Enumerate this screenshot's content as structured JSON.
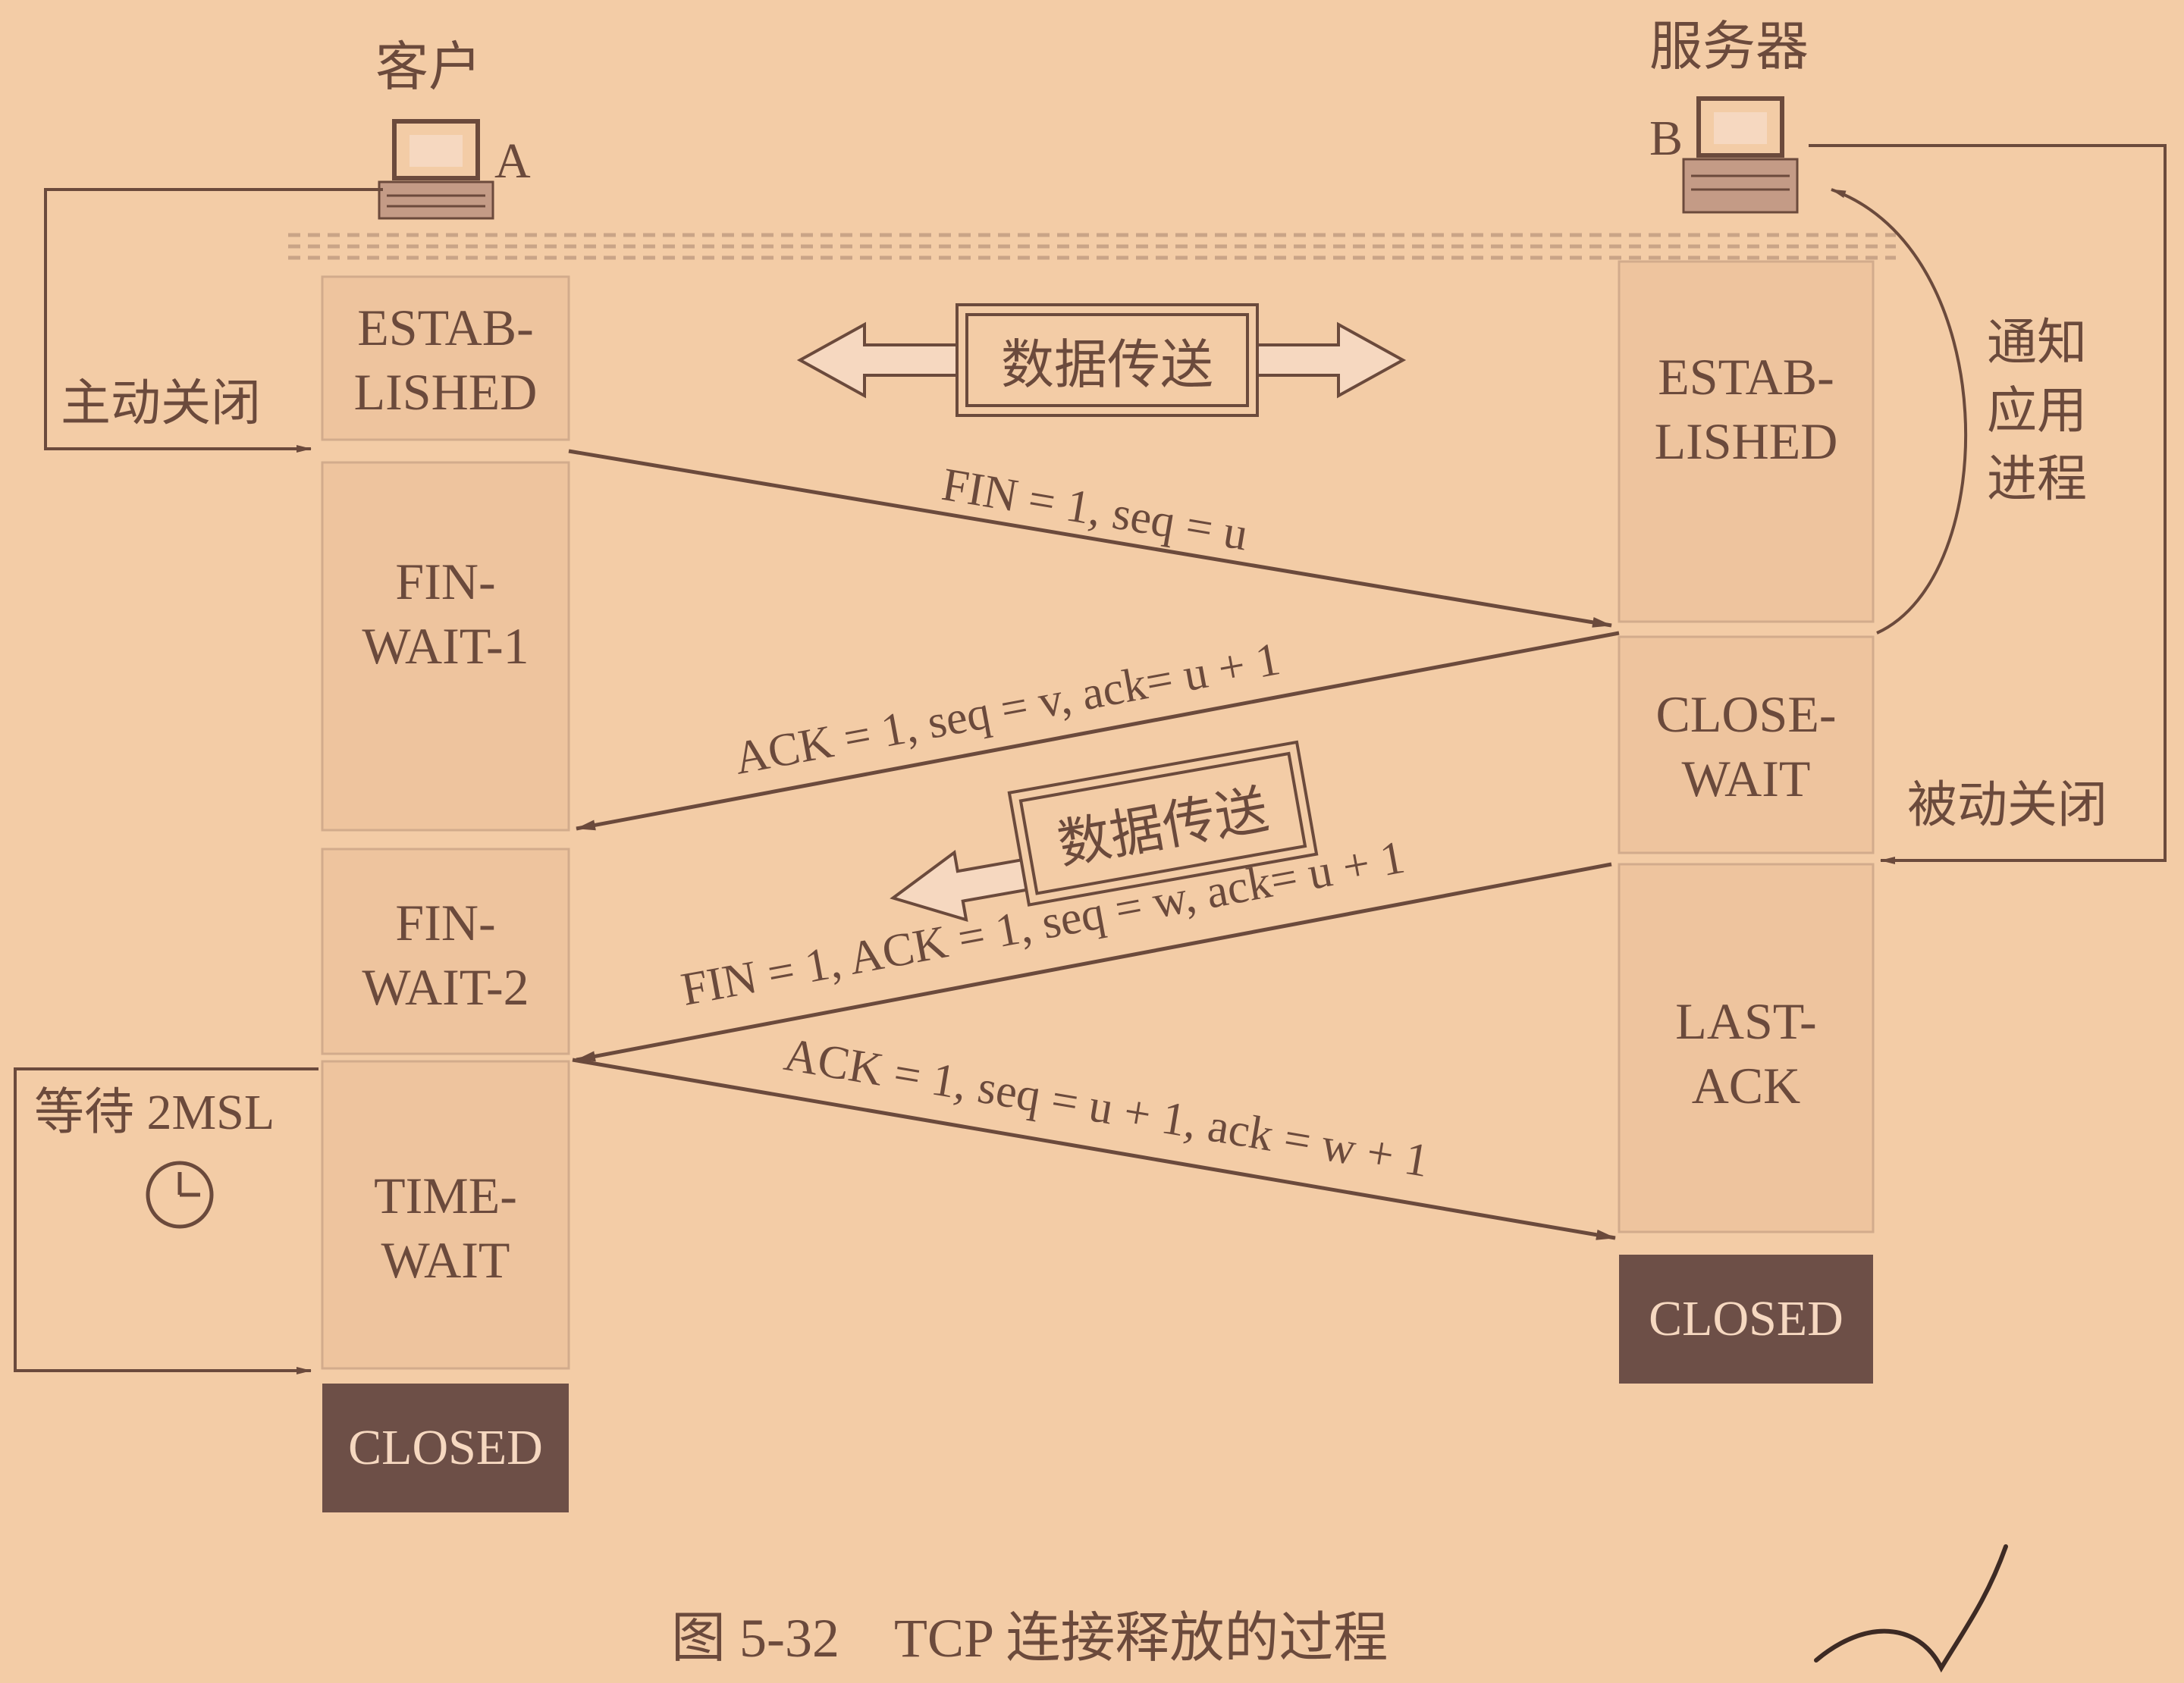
{
  "hosts": {
    "client": {
      "title": "客户",
      "letter": "A"
    },
    "server": {
      "title": "服务器",
      "letter": "B"
    }
  },
  "side_labels": {
    "active_close": "主动关闭",
    "passive_close": "被动关闭",
    "notify_app": [
      "通知",
      "应用",
      "进程"
    ],
    "wait_2msl": "等待 2MSL"
  },
  "client_states": {
    "established": [
      "ESTAB-",
      "LISHED"
    ],
    "fin_wait_1": [
      "FIN-",
      "WAIT-1"
    ],
    "fin_wait_2": [
      "FIN-",
      "WAIT-2"
    ],
    "time_wait": [
      "TIME-",
      "WAIT"
    ],
    "closed": "CLOSED"
  },
  "server_states": {
    "established": [
      "ESTAB-",
      "LISHED"
    ],
    "close_wait": [
      "CLOSE-",
      "WAIT"
    ],
    "last_ack": [
      "LAST-",
      "ACK"
    ],
    "closed": "CLOSED"
  },
  "data_transfer": "数据传送",
  "messages": {
    "m1": "FIN = 1, seq = u",
    "m2": "ACK = 1, seq = v, ack= u + 1",
    "m3": "FIN = 1, ACK = 1, seq = w, ack= u + 1",
    "m4": "ACK = 1, seq = u + 1, ack = w + 1"
  },
  "caption": "图 5-32    TCP 连接释放的过程",
  "colors": {
    "background": "#f3cca6",
    "ink": "#6b4a3c",
    "state_fill": "#eec49e",
    "closed_fill": "#6d4f47"
  }
}
